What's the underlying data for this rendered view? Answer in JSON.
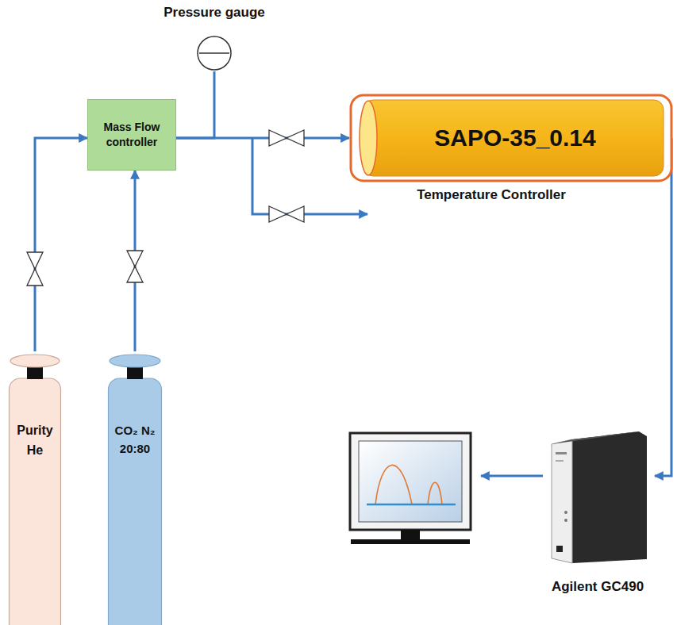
{
  "diagram": {
    "nodes": [
      {
        "text": [
          "Pressure gauge"
        ]
      },
      {
        "text": [
          "Mass Flow controller"
        ]
      },
      {
        "text": [
          "SAPO-35_0.14",
          "Temperature Controller"
        ]
      },
      {
        "text": [
          "Purity He"
        ]
      },
      {
        "text": [
          "CO₂ N₂ 20:80"
        ]
      },
      {
        "text": [
          "Agilent GC490"
        ]
      }
    ],
    "edges": [
      {
        "from": 3,
        "to": 1,
        "arrow": "to"
      },
      {
        "from": 4,
        "to": 1,
        "arrow": "to"
      },
      {
        "from": 1,
        "to": 2,
        "arrow": "to"
      },
      {
        "from": 1,
        "to": 0,
        "arrow": "none"
      },
      {
        "from": 2,
        "to": 5,
        "arrow": "to"
      }
    ]
  }
}
